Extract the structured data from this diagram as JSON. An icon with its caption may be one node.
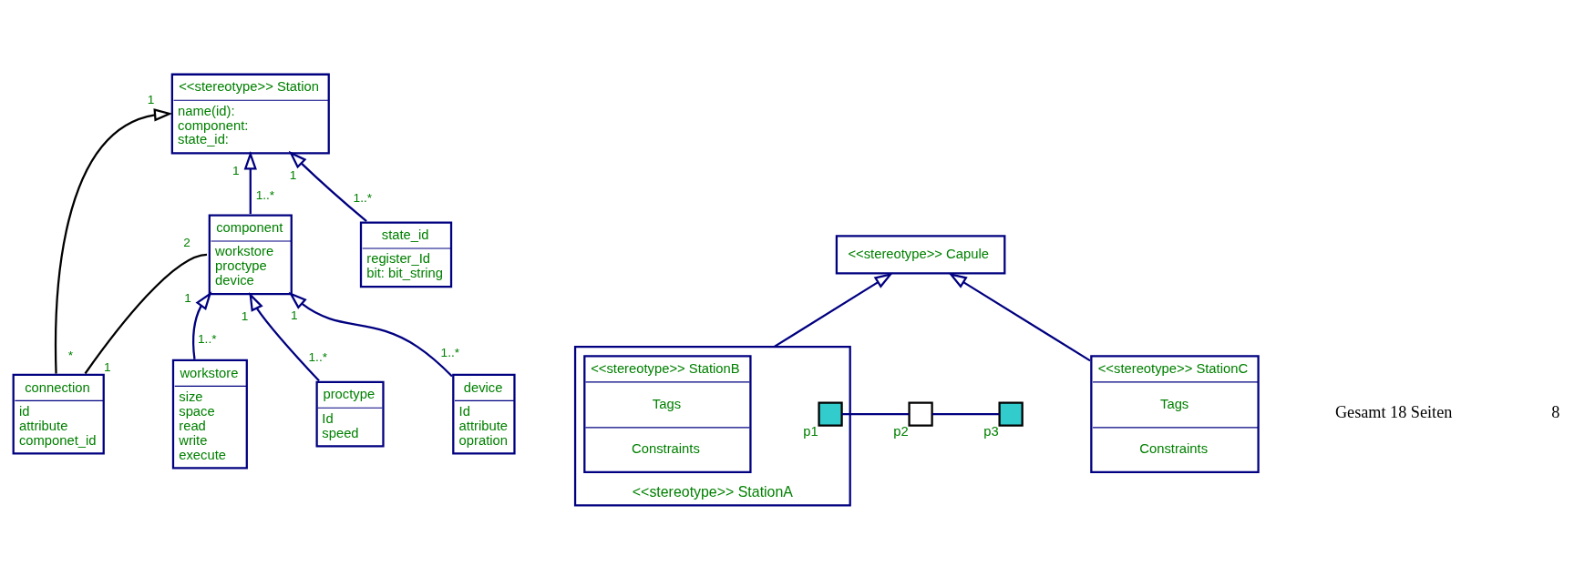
{
  "diagram": {
    "nodes": [
      {
        "text": [
          "connection",
          "id",
          "attribute",
          "componet_id"
        ]
      },
      {
        "text": [
          "<<stereotype>> Station",
          "name(id):",
          "component:",
          "state_id:"
        ]
      },
      {
        "text": [
          "component",
          "workstore",
          "proctype",
          "device"
        ]
      },
      {
        "text": [
          "state_id",
          "register_Id",
          "bit: bit_string"
        ]
      },
      {
        "text": [
          "workstore",
          "size",
          "space",
          "read",
          "write",
          "execute"
        ]
      },
      {
        "text": [
          "proctype",
          "Id",
          "speed"
        ]
      },
      {
        "text": [
          "device",
          "Id",
          "attribute",
          "opration"
        ]
      },
      {
        "text": [
          "<<stereotype>> Capule"
        ]
      },
      {
        "text": [
          "<<stereotype>> StationA"
        ]
      },
      {
        "text": [
          "<<stereotype>> StationB",
          "Tags",
          "Constraints"
        ],
        "in": 8
      },
      {
        "text": [],
        "shape": "box",
        "beside": [
          "p1"
        ],
        "in": 8
      },
      {
        "text": [],
        "shape": "box",
        "beside": [
          "p2"
        ]
      },
      {
        "text": [
          "<<stereotype>> StationC",
          "Tags",
          "Constraints"
        ]
      },
      {
        "text": [],
        "shape": "box",
        "beside": [
          "p3"
        ]
      }
    ],
    "edges": [
      {
        "from": 0,
        "to": 1,
        "arrow": "to",
        "color": "#000000"
      },
      {
        "from": 0,
        "to": 2,
        "arrow": "none",
        "color": "#000000"
      },
      {
        "from": 2,
        "to": 1,
        "arrow": "to"
      },
      {
        "from": 3,
        "to": 1,
        "arrow": "to"
      },
      {
        "from": 4,
        "to": 2,
        "arrow": "to"
      },
      {
        "from": 5,
        "to": 2,
        "arrow": "to"
      },
      {
        "from": 6,
        "to": 2,
        "arrow": "to"
      },
      {
        "from": 8,
        "to": 7,
        "arrow": "to"
      },
      {
        "from": 12,
        "to": 7,
        "arrow": "to"
      },
      {
        "from": 10,
        "to": 11,
        "arrow": "none"
      },
      {
        "from": 11,
        "to": 13,
        "arrow": "none"
      }
    ],
    "labels": [
      "*",
      "1",
      "1",
      "1",
      "1",
      "2",
      "1..*",
      "1..*",
      "1",
      "1",
      "1",
      "1..*",
      "1..*",
      "1..*",
      "Gesamt 18 Seiten",
      "8"
    ]
  }
}
